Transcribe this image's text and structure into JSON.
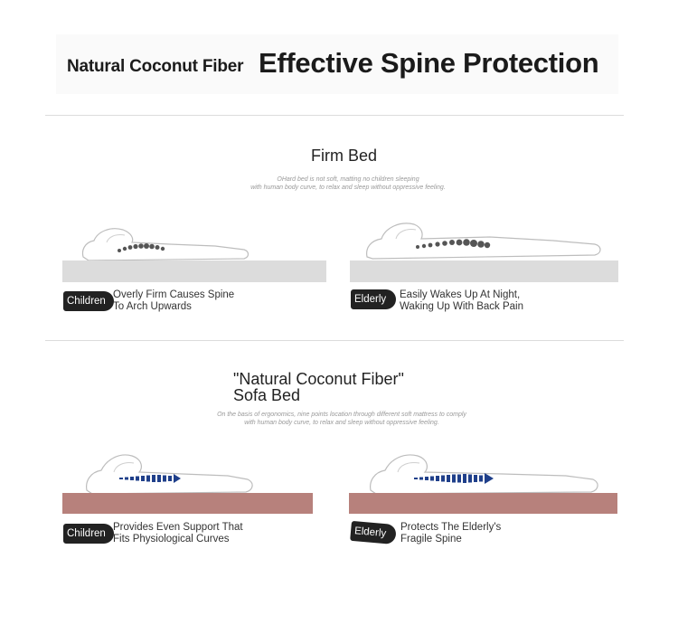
{
  "header": {
    "subtitle": "Natural Coconut Fiber",
    "title": "Effective Spine Protection"
  },
  "firm": {
    "heading": "Firm Bed",
    "description": [
      "OHard bed is not soft, matting no children sleeping",
      "with human body curve, to relax and sleep without oppressive feeling."
    ],
    "left": {
      "badge": "Children",
      "caption": [
        "Overly Firm Causes Spine",
        "To Arch Upwards"
      ]
    },
    "right": {
      "badge": "Elderly",
      "caption": [
        "Easily Wakes Up At Night,",
        "Waking Up With Back Pain"
      ]
    }
  },
  "sofa": {
    "heading_line1": "\"Natural Coconut Fiber\"",
    "heading_line2": "Sofa Bed",
    "description": [
      "On the basis of ergonomics, nine points location through different soft mattress to comply",
      "with human body curve, to relax and sleep without oppressive feeling."
    ],
    "left": {
      "badge": "Children",
      "caption": [
        "Provides Even Support That",
        "Fits Physiological Curves"
      ]
    },
    "right": {
      "badge": "Elderly",
      "caption": [
        "Protects The Elderly's",
        "Fragile Spine"
      ]
    }
  },
  "colors": {
    "firm_mattress": "#dcdcdc",
    "sofa_mattress": "#b7817c",
    "spine_firm": "#555555",
    "spine_sofa": "#1f3f8a",
    "badge_bg": "#222222"
  }
}
